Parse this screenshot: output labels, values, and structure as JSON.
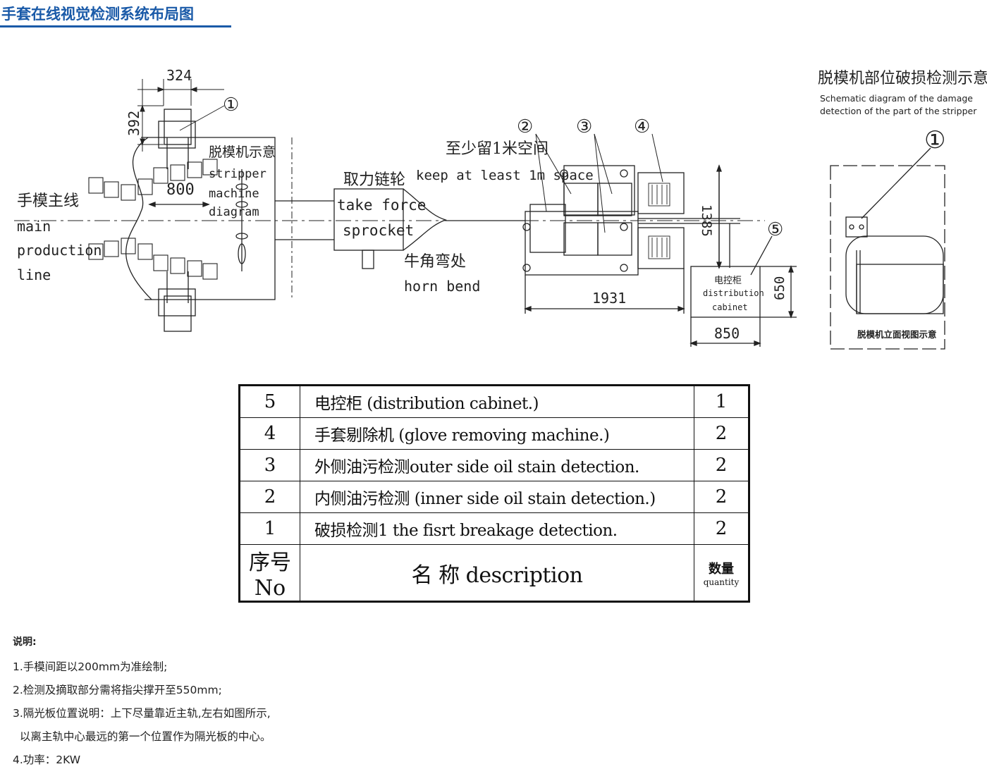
{
  "header": {
    "title": "手套在线视觉检测系统布局图"
  },
  "main_line": {
    "label_cn": "手模主线",
    "label_en1": "main",
    "label_en2": "production",
    "label_en3": "line"
  },
  "stripper": {
    "label_cn": "脱模机示意",
    "label_en1": "stripper",
    "label_en2": "machine",
    "label_en3": "diagram"
  },
  "sprocket": {
    "label_cn": "取力链轮",
    "label_en1": "take force",
    "label_en2": "sprocket"
  },
  "horn": {
    "label_cn": "牛角弯处",
    "label_en": "horn bend"
  },
  "space": {
    "label_cn": "至少留1米空间",
    "label_en": "keep at least 1m space"
  },
  "cabinet": {
    "label_cn": "电控柜",
    "label_en1": "distribution",
    "label_en2": "cabinet"
  },
  "dims": {
    "d324": "324",
    "d392": "392",
    "d800": "800",
    "d1931": "1931",
    "d1385": "1385",
    "d850": "850",
    "d650": "650"
  },
  "callouts": {
    "c1": "①",
    "c2": "②",
    "c3": "③",
    "c4": "④",
    "c5": "⑤"
  },
  "detail": {
    "title_cn": "脱模机部位破损检测示意",
    "title_en1": "Schematic diagram of the damage",
    "title_en2": "detection of the part of the stripper",
    "callout": "①",
    "caption": "脱模机立面视图示意"
  },
  "bom": {
    "rows": [
      {
        "no": "5",
        "desc": "电控柜 (distribution cabinet.)",
        "qty": "1"
      },
      {
        "no": "4",
        "desc": "手套剔除机 (glove removing machine.)",
        "qty": "2"
      },
      {
        "no": "3",
        "desc": "外侧油污检测outer side oil stain detection.",
        "qty": "2"
      },
      {
        "no": "2",
        "desc": "内侧油污检测 (inner side oil stain detection.)",
        "qty": "2"
      },
      {
        "no": "1",
        "desc": "破损检测1 the fisrt breakage detection.",
        "qty": "2"
      }
    ],
    "header": {
      "no": "序号No",
      "desc": "名 称 description",
      "qty_cn": "数量",
      "qty_en": "quantity"
    }
  },
  "notes": {
    "heading": "说明:",
    "lines": [
      "1.手模间距以200mm为准绘制;",
      "2.检测及摘取部分需将指尖撑开至550mm;",
      "3.隔光板位置说明：上下尽量靠近主轨,左右如图所示,",
      "  以离主轨中心最远的第一个位置作为隔光板的中心。",
      "4.功率：2KW"
    ]
  }
}
